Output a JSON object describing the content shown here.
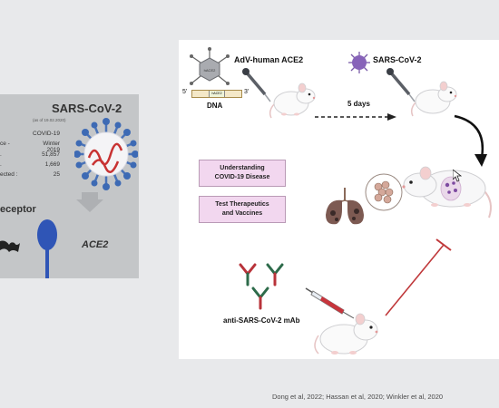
{
  "left_panel": {
    "virus_title": "SARS-CoV-2",
    "as_of": "(as of 19.02.2020)",
    "stats": [
      {
        "label": "",
        "value": "COVID-19"
      },
      {
        "label": "ce -",
        "value": "Winter 2019"
      },
      {
        "label": ".",
        "value": "51,857"
      },
      {
        "label": ".",
        "value": "1,669"
      },
      {
        "label": "ected :",
        "value": "25"
      }
    ],
    "receptor_label": "eceptor",
    "ace2_label": "ACE2"
  },
  "diagram": {
    "vector_label": "AdV-human ACE2",
    "dna_label": "DNA",
    "dna_5prime": "5'",
    "dna_3prime": "3'",
    "dna_insert": "hACE2",
    "virus_label": "SARS-CoV-2",
    "days_label": "5 days",
    "box1_line1": "Understanding",
    "box1_line2": "COVID-19 Disease",
    "box2_line1": "Test Therapeutics",
    "box2_line2": "and Vaccines",
    "mab_label": "anti-SARS-CoV-2 mAb"
  },
  "citation": "Dong et al, 2022; Hassan et al, 2020;  Winkler et al, 2020"
}
